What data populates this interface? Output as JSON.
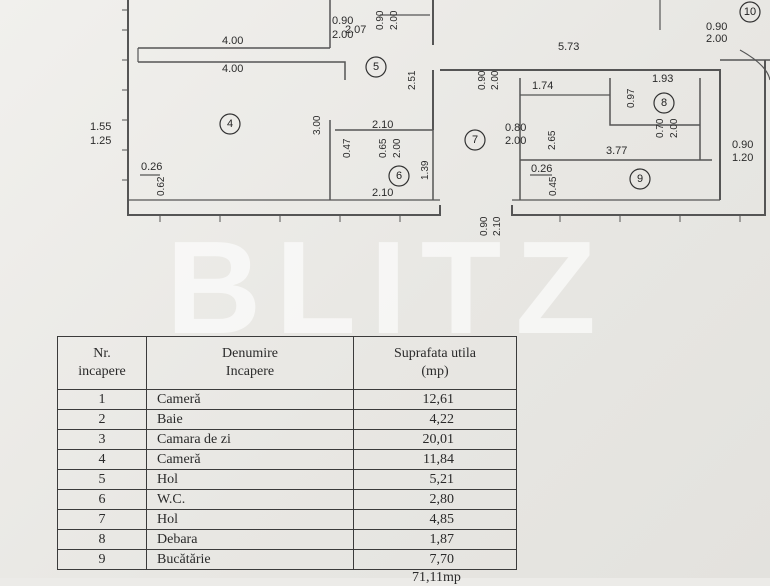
{
  "plan": {
    "dimensions": [
      "2.07",
      "0.90",
      "2.00",
      "0.90",
      "2.00",
      "4.00",
      "4.00",
      "5.73",
      "0.90",
      "2.00",
      "2.51",
      "0.90",
      "2.00",
      "1.74",
      "1.93",
      "0.97",
      "1.55",
      "1.25",
      "3.00",
      "2.10",
      "0.47",
      "0.65",
      "2.00",
      "0.80",
      "2.00",
      "2.65",
      "0.70",
      "2.00",
      "3.77",
      "0.90",
      "1.20",
      "0.26",
      "0.62",
      "1.39",
      "2.10",
      "0.26",
      "0.45",
      "0.90",
      "2.10"
    ],
    "rooms": [
      "4",
      "5",
      "6",
      "7",
      "8",
      "9",
      "10"
    ]
  },
  "watermark": "BLITZ",
  "table": {
    "headers": [
      "Nr.\nincapere",
      "Denumire\nIncapere",
      "Suprafata utila\n(mp)"
    ],
    "rows": [
      {
        "nr": "1",
        "name": "Cameră",
        "area": "12,61"
      },
      {
        "nr": "2",
        "name": "Baie",
        "area": "4,22"
      },
      {
        "nr": "3",
        "name": "Camara de zi",
        "area": "20,01"
      },
      {
        "nr": "4",
        "name": "Cameră",
        "area": "11,84"
      },
      {
        "nr": "5",
        "name": "Hol",
        "area": "5,21"
      },
      {
        "nr": "6",
        "name": "W.C.",
        "area": "2,80"
      },
      {
        "nr": "7",
        "name": "Hol",
        "area": "4,85"
      },
      {
        "nr": "8",
        "name": "Debara",
        "area": "1,87"
      },
      {
        "nr": "9",
        "name": "Bucătărie",
        "area": "7,70"
      }
    ],
    "total": "71,11mp"
  }
}
